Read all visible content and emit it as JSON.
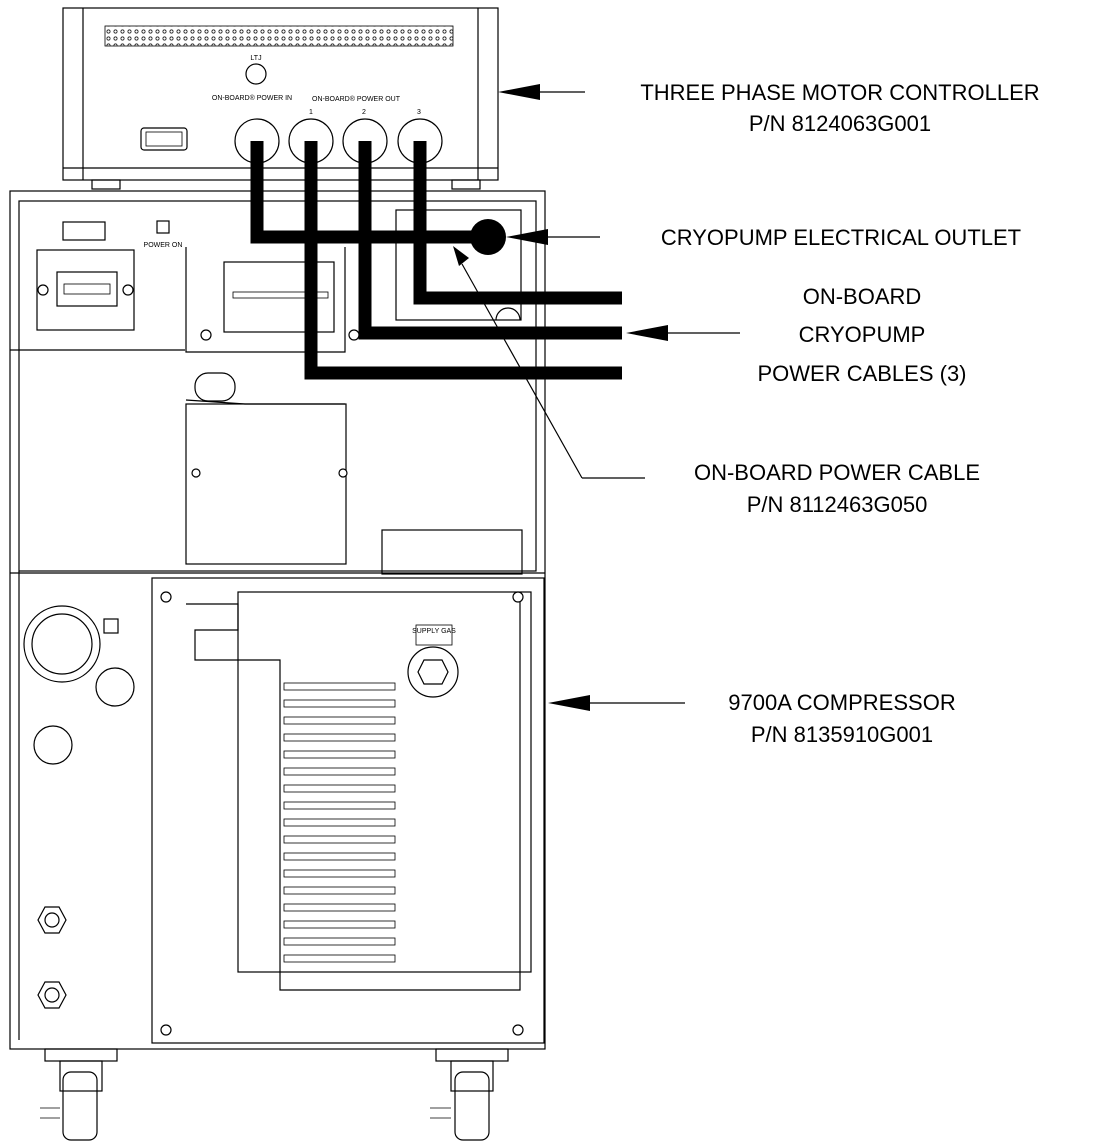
{
  "controller": {
    "label_lt": "LTJ",
    "label_power_in": "ON-BOARD® POWER IN",
    "label_power_out": "ON-BOARD® POWER OUT",
    "port_1": "1",
    "port_2": "2",
    "port_3": "3"
  },
  "compressor": {
    "label_power_on": "POWER ON",
    "label_supply_gas": "SUPPLY GAS"
  },
  "callouts": {
    "motor_controller": {
      "line1": "THREE PHASE MOTOR CONTROLLER",
      "line2": "P/N 8124063G001"
    },
    "electrical_outlet": {
      "line1": "CRYOPUMP ELECTRICAL OUTLET"
    },
    "cryopump_cables": {
      "line1": "ON-BOARD",
      "line2": "CRYOPUMP",
      "line3": "POWER CABLES (3)"
    },
    "power_cable": {
      "line1": "ON-BOARD POWER CABLE",
      "line2": "P/N 8112463G050"
    },
    "compressor": {
      "line1": "9700A COMPRESSOR",
      "line2": "P/N 8135910G001"
    }
  }
}
